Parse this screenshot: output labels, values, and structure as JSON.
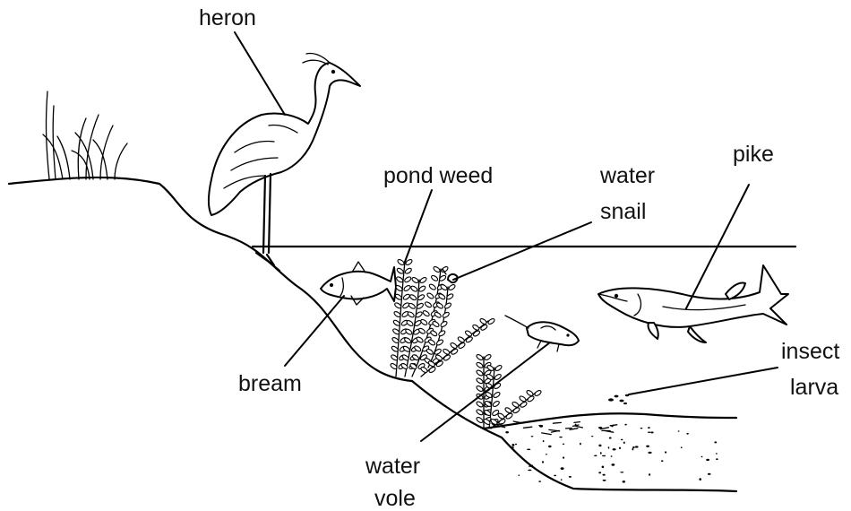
{
  "labels": {
    "heron": "heron",
    "pond_weed": "pond weed",
    "water_snail_1": "water",
    "water_snail_2": "snail",
    "pike": "pike",
    "insect_larva_1": "insect",
    "insect_larva_2": "larva",
    "bream": "bream",
    "water_vole_1": "water",
    "water_vole_2": "vole"
  }
}
